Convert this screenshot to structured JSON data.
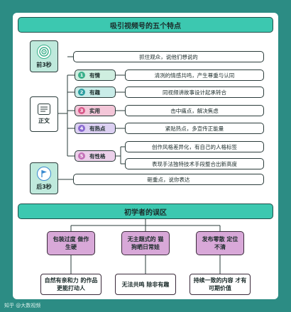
{
  "top_title": "吸引视频号的五个特点",
  "sections": {
    "intro": {
      "label": "前3秒",
      "desc": "抓住观众，说他们想说的"
    },
    "body": {
      "label": "正文"
    },
    "end": {
      "label": "后3秒",
      "desc": "砸重点，说你表达"
    }
  },
  "features": [
    {
      "num": "1",
      "name": "有情",
      "color": "#3ab08a",
      "fill": "#cfeee0",
      "descs": [
        "清冽的情感共鸣，产生尊重与认同"
      ]
    },
    {
      "num": "2",
      "name": "有趣",
      "color": "#2e9ea0",
      "fill": "#c9ece8",
      "descs": [
        "同视频讲故事设计起承转合"
      ]
    },
    {
      "num": "3",
      "name": "实用",
      "color": "#d85a8a",
      "fill": "#f3c6d8",
      "descs": [
        "击中痛点，解决焦虑"
      ]
    },
    {
      "num": "4",
      "name": "有热点",
      "color": "#8a6ad0",
      "fill": "#dcd0f2",
      "descs": [
        "紧贴热点，多宣传正能量"
      ]
    },
    {
      "num": "5",
      "name": "有性格",
      "color": "#c470b8",
      "fill": "#ecd0ea",
      "descs": [
        "创作风格差异化，有自己的人格标签",
        "表现手法独特技术手段整合出新高度"
      ]
    }
  ],
  "bottom_title": "初学者的误区",
  "mistakes": [
    {
      "problem": "包装过度 做作生硬",
      "solution": "自然有亲和力 的作品更能打动人"
    },
    {
      "problem": "无主题式的 猫狗晒日常娃",
      "solution": "无法共鸣 除非有趣"
    },
    {
      "problem": "发布零散 定位不清",
      "solution": "持续一致的内容 才有可期价值"
    }
  ],
  "watermark": "知乎 @大数视频"
}
